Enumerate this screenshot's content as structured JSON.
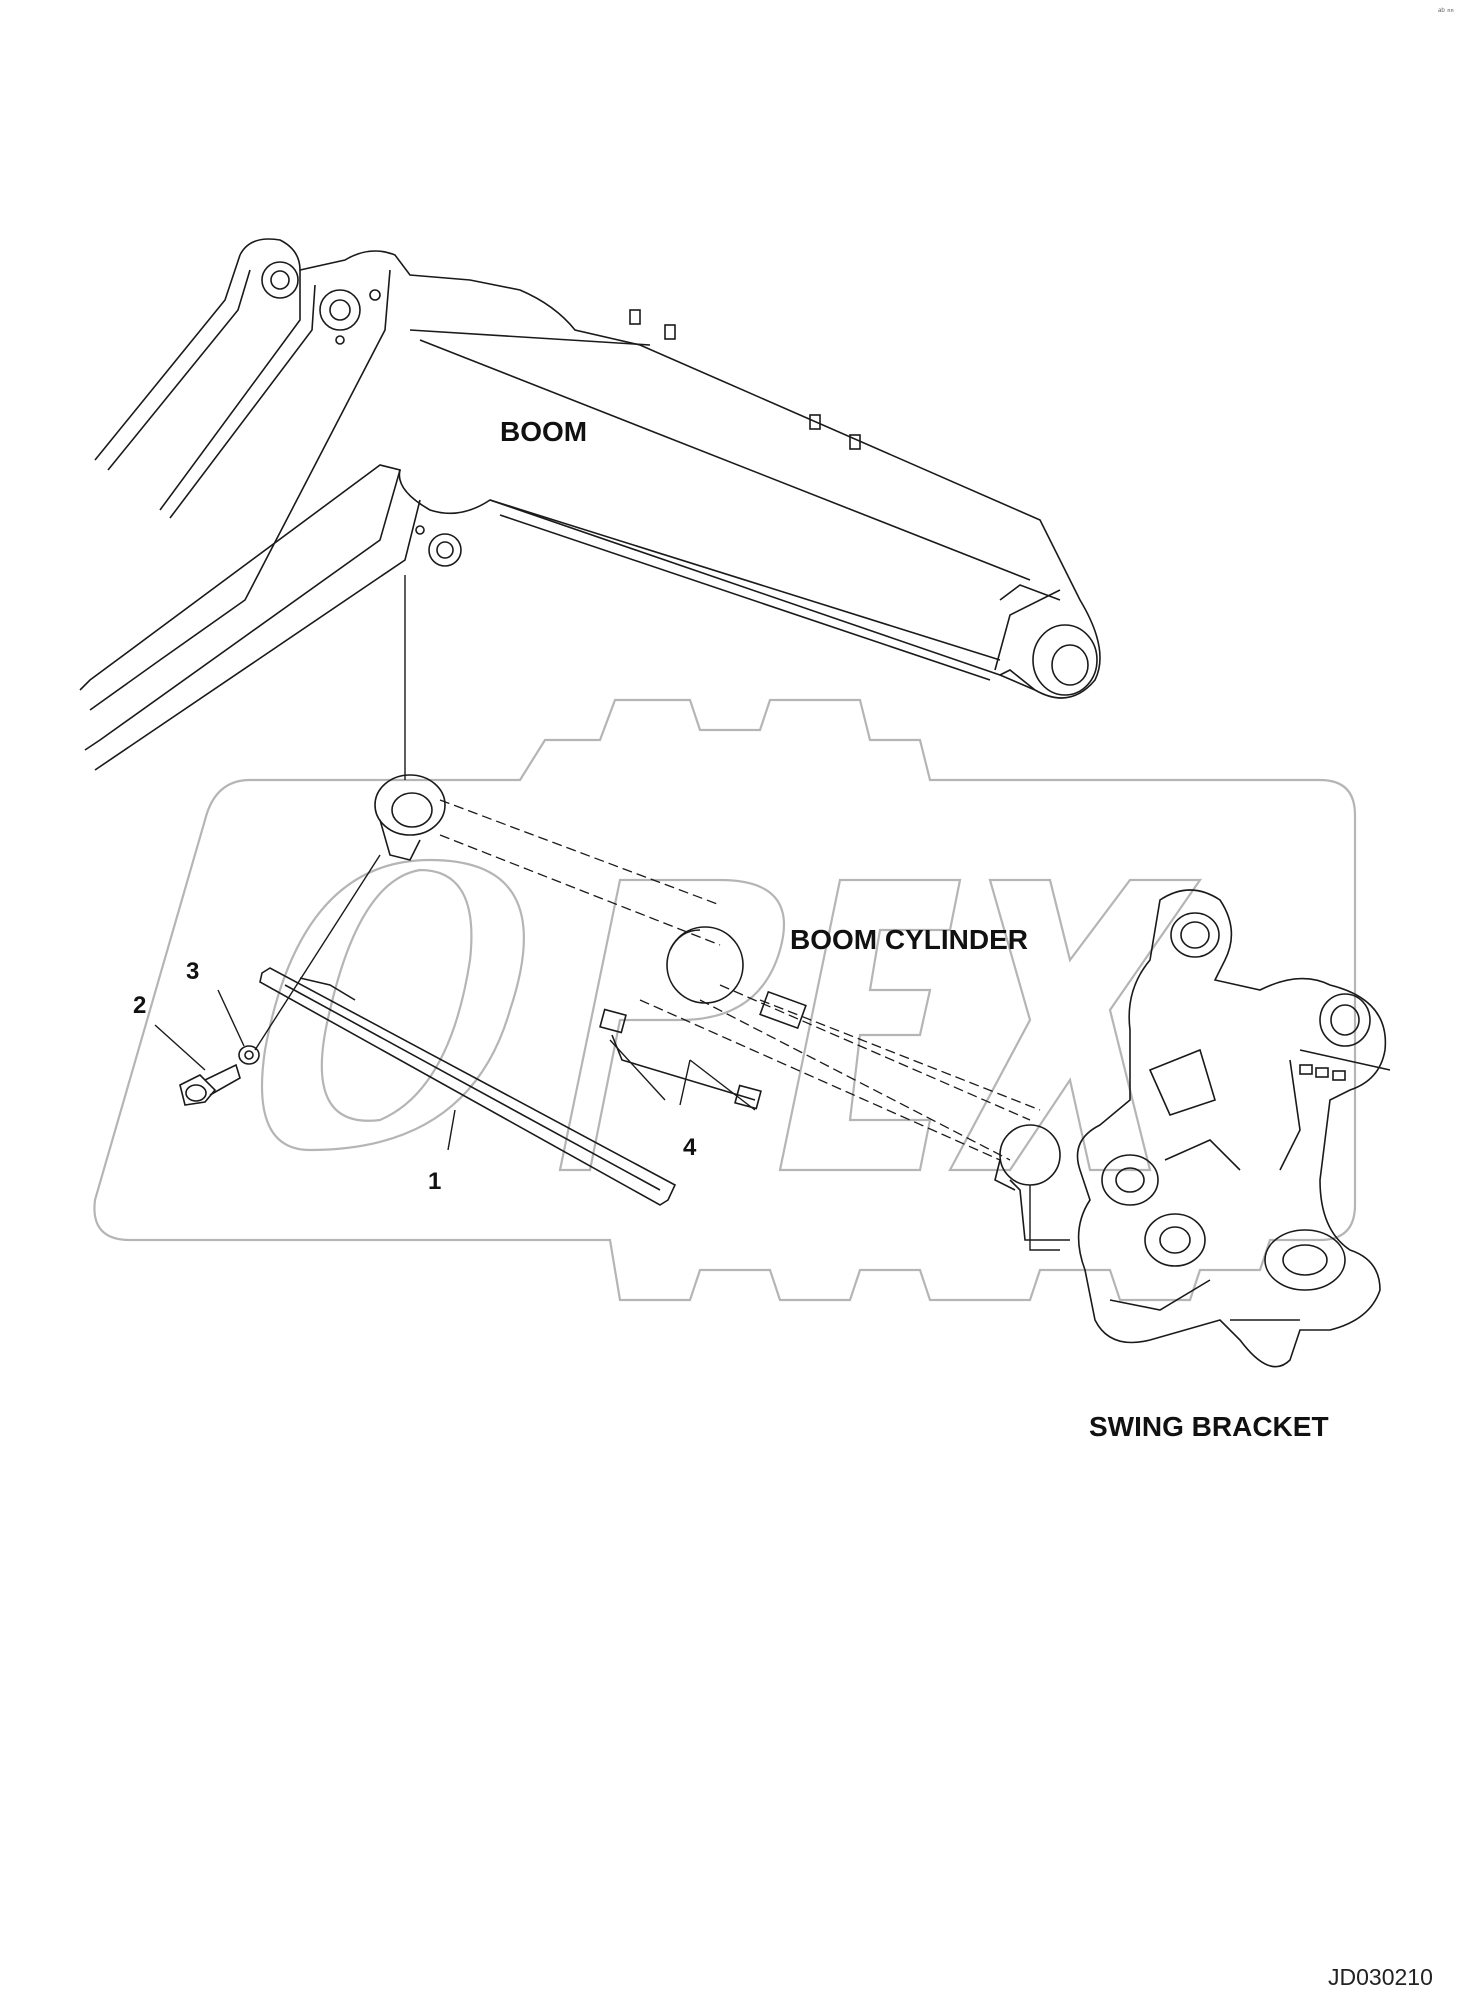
{
  "labels": {
    "boom": "BOOM",
    "boom_cylinder": "BOOM CYLINDER",
    "swing_bracket": "SWING BRACKET"
  },
  "callouts": {
    "item1": "1",
    "item2": "2",
    "item3": "3",
    "item4": "4"
  },
  "watermark": "OPEX",
  "drawing_ref": "JD030210",
  "corner_mark": "ᵃᵇ ⁿⁿ",
  "colors": {
    "line": "#1a1a1a",
    "watermark": "#b5b5b5",
    "background": "#ffffff"
  }
}
